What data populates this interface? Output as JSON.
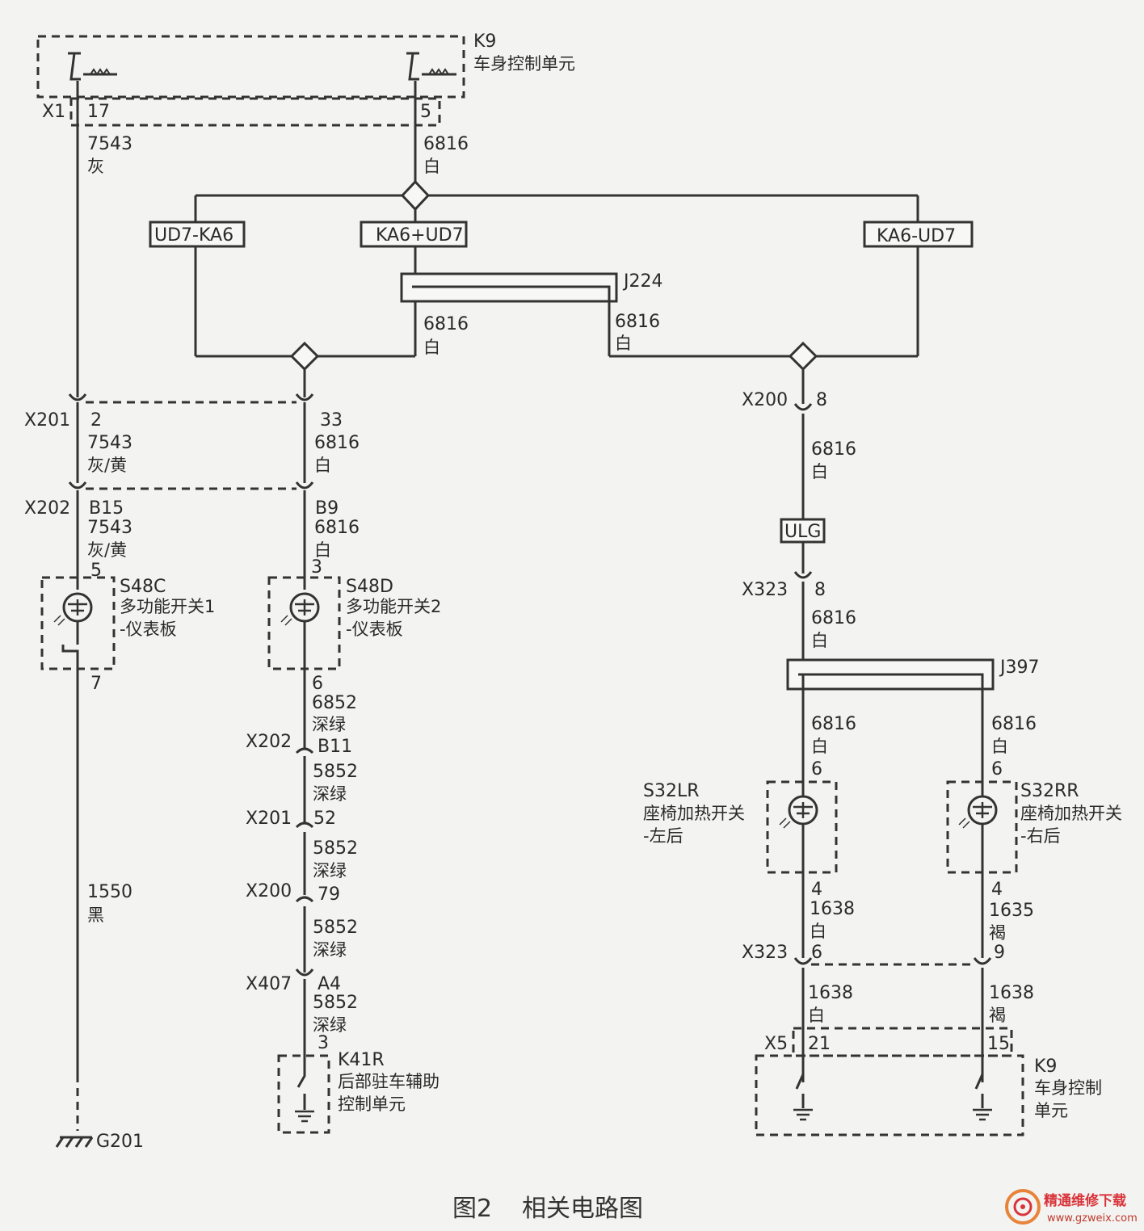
{
  "components": {
    "k9_top": {
      "id": "K9",
      "name": "车身控制单元"
    },
    "k9_bottom": {
      "id": "K9",
      "name_line1": "车身控制",
      "name_line2": "单元"
    },
    "s48c": {
      "id": "S48C",
      "name_line1": "多功能开关1",
      "name_line2": "-仪表板"
    },
    "s48d": {
      "id": "S48D",
      "name_line1": "多功能开关2",
      "name_line2": "-仪表板"
    },
    "s32lr": {
      "id": "S32LR",
      "name_line1": "座椅加热开关",
      "name_line2": "-左后"
    },
    "s32rr": {
      "id": "S32RR",
      "name_line1": "座椅加热开关",
      "name_line2": "-右后"
    },
    "k41r": {
      "id": "K41R",
      "name_line1": "后部驻车辅助",
      "name_line2": "控制单元"
    },
    "g201": {
      "id": "G201"
    }
  },
  "splices": {
    "ud7_ka6": "UD7-KA6",
    "ka6_ud7_plus": "KA6+UD7",
    "ka6_ud7_minus": "KA6-UD7",
    "ulg": "ULG",
    "j224": "J224",
    "j397": "J397"
  },
  "connectors": {
    "x1": "X1",
    "x201": "X201",
    "x202": "X202",
    "x200": "X200",
    "x323": "X323",
    "x407": "X407",
    "x5": "X5"
  },
  "pins": {
    "p17": "17",
    "p5": "5",
    "p2": "2",
    "p33": "33",
    "pB15": "B15",
    "pB9": "B9",
    "p5b": "5",
    "p3": "3",
    "p7": "7",
    "p6": "6",
    "pB11": "B11",
    "p52": "52",
    "p79": "79",
    "pA4": "A4",
    "p3b": "3",
    "p8a": "8",
    "p8b": "8",
    "p6l": "6",
    "p6r": "6",
    "p4l": "4",
    "p4r": "4",
    "p6x": "6",
    "p9x": "9",
    "p21": "21",
    "p15": "15"
  },
  "wires": {
    "w7543": "7543",
    "w6816": "6816",
    "w6852": "6852",
    "w5852": "5852",
    "w1550": "1550",
    "w1638": "1638",
    "w1635": "1635"
  },
  "colors": {
    "gray": "灰",
    "white": "白",
    "gray_yellow": "灰/黄",
    "dark_green": "深绿",
    "black": "黑",
    "brown": "褐"
  },
  "caption": {
    "figure": "图2",
    "title": "相关电路图"
  },
  "watermark": {
    "brand": "精通维修下载",
    "url": "www.gzweix.com"
  }
}
